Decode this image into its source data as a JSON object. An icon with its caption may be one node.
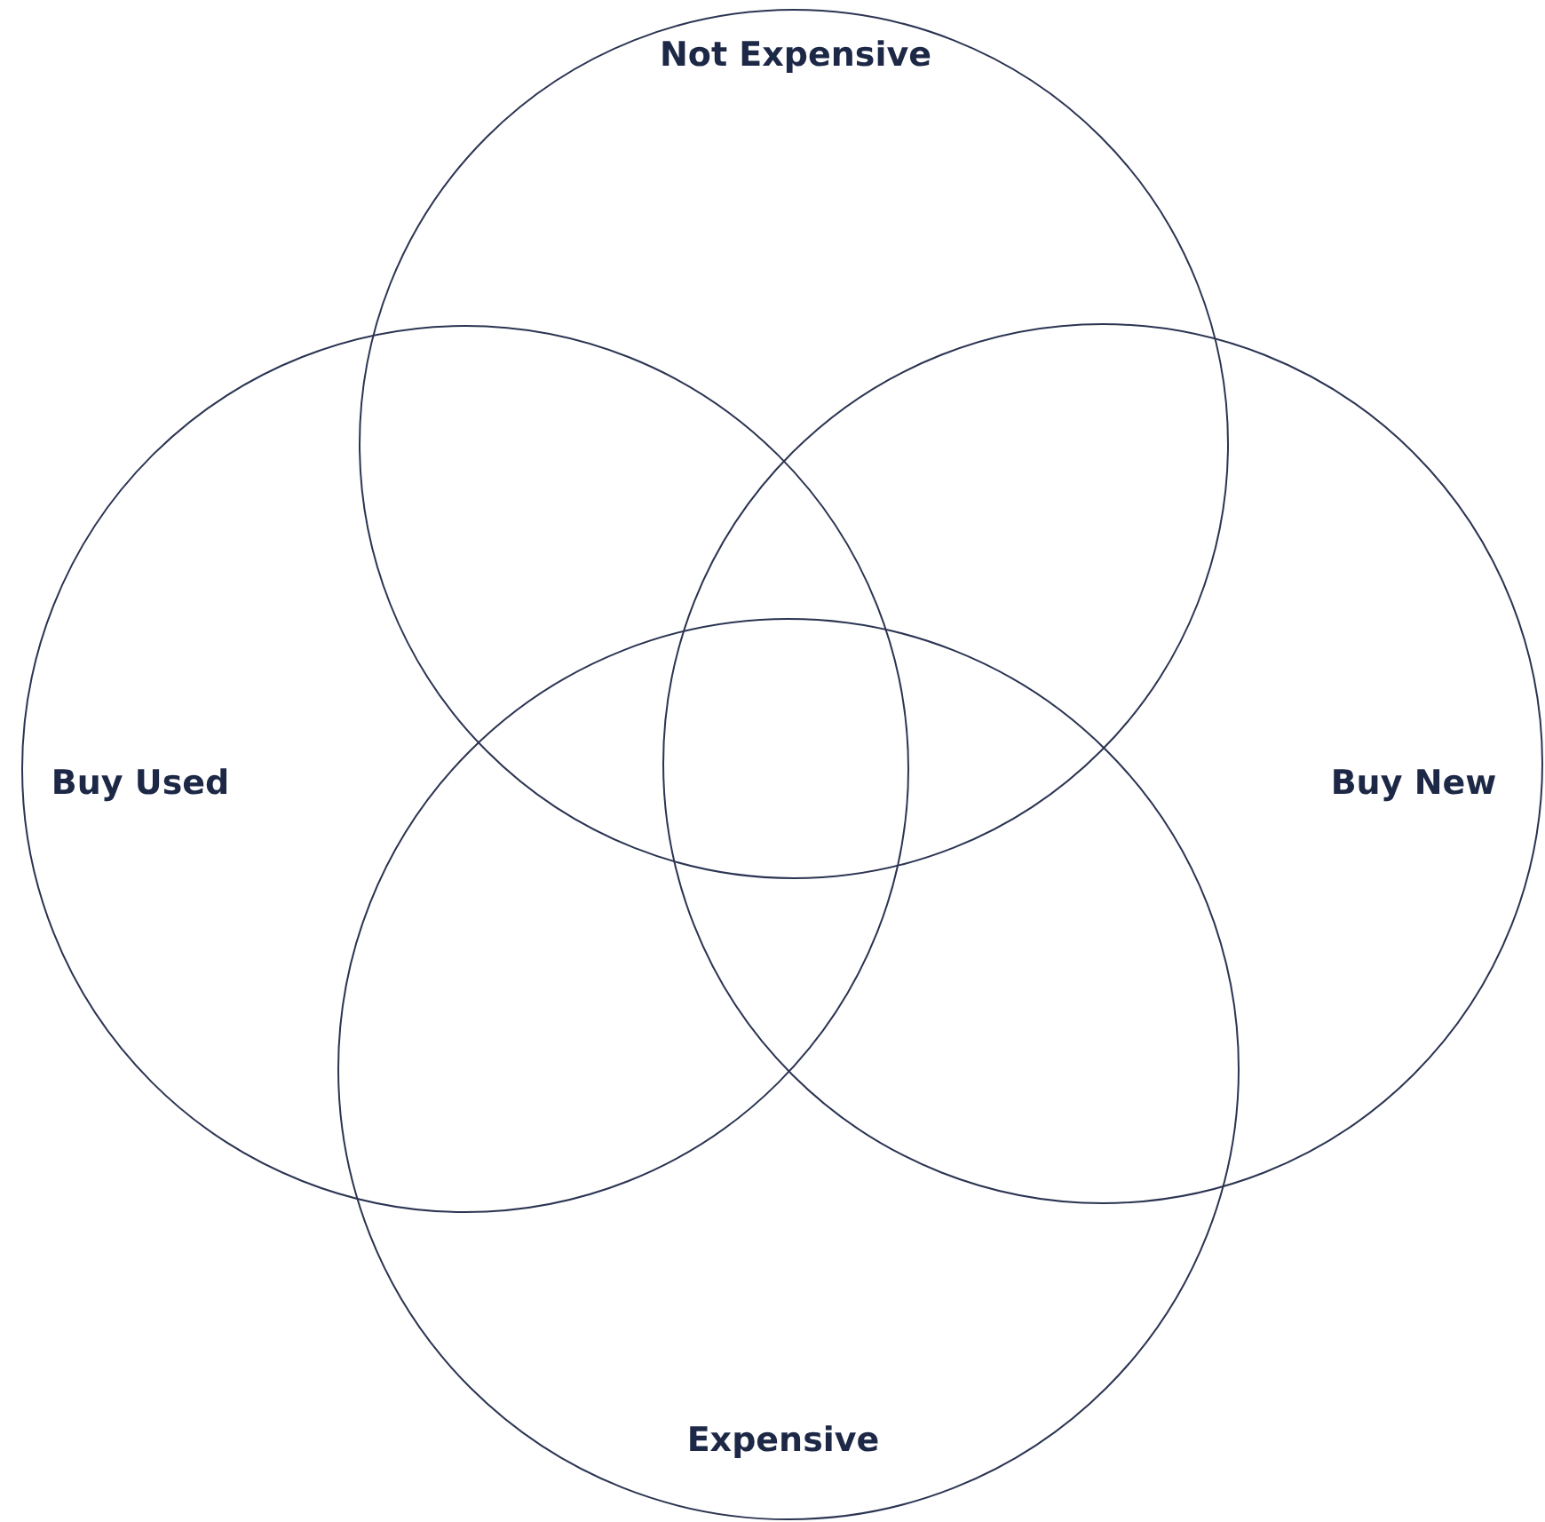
{
  "diagram": {
    "nodes": [
      {
        "text": [
          "Not Expensive"
        ]
      },
      {
        "text": [
          "Buy Used"
        ]
      },
      {
        "text": [
          "Buy New"
        ]
      },
      {
        "text": [
          "Expensive"
        ]
      }
    ]
  }
}
